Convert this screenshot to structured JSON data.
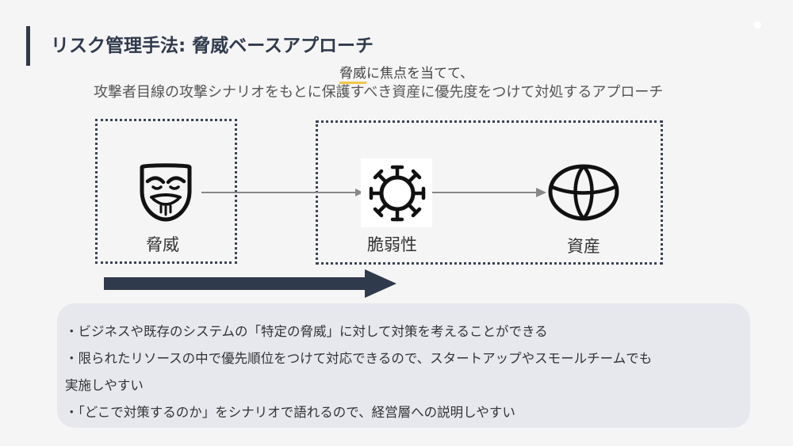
{
  "slide": {
    "title": "リスク管理手法: 脅威ベースアプローチ",
    "subtitle_highlight": "脅威",
    "subtitle_line1_rest": "に焦点を当てて、",
    "subtitle_line2": "攻撃者目線の攻撃シナリオをもとに保護すべき資産に優先度をつけて対処するアプローチ"
  },
  "diagram": {
    "threat_label": "脅威",
    "vulnerability_label": "脆弱性",
    "asset_label": "資産",
    "icons": [
      "mask-icon",
      "virus-icon",
      "globe-icon"
    ]
  },
  "bullets": [
    "・ビジネスや既存のシステムの「特定の脅威」に対して対策を考えることができる",
    "・限られたリソースの中で優先順位をつけて対応できるので、スタートアップやスモールチームでも",
    "実施しやすい",
    "・「どこで対策するのか」をシナリオで語れるので、経営層への説明しやすい"
  ],
  "colors": {
    "accent": "#2f3a4c",
    "highlight": "#f2c744",
    "panel": "#e6e8ee"
  }
}
